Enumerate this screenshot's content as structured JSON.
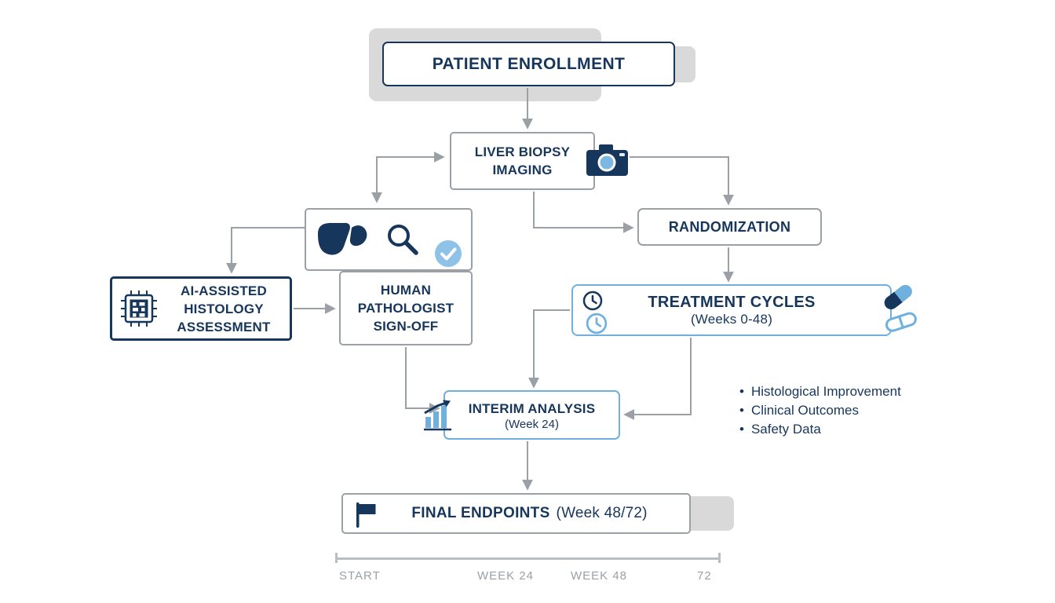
{
  "nodes": {
    "patient_enrollment": {
      "label": "PATIENT ENROLLMENT"
    },
    "liver_biopsy": {
      "lines": [
        "LIVER BIOPSY",
        "IMAGING"
      ]
    },
    "ai_histology": {
      "lines": [
        "AI-ASSISTED",
        "HISTOLOGY",
        "ASSESSMENT"
      ]
    },
    "pathologist": {
      "lines": [
        "HUMAN",
        "PATHOLOGIST",
        "SIGN-OFF"
      ]
    },
    "randomization": {
      "label": "RANDOMIZATION"
    },
    "treatment_cycles": {
      "label": "TREATMENT CYCLES",
      "sublabel": "(Weeks 0-48)"
    },
    "interim_analysis": {
      "label": "INTERIM ANALYSIS",
      "sublabel": "(Week 24)"
    },
    "final_endpoints": {
      "label": "FINAL ENDPOINTS",
      "sublabel": "(Week 48/72)"
    }
  },
  "outcomes": {
    "bullet": "•",
    "items": [
      "Histological Improvement",
      "Clinical Outcomes",
      "Safety Data"
    ]
  },
  "timeline": {
    "start": "START",
    "week24": "WEEK 24",
    "week48": "WEEK 48",
    "end": "72"
  },
  "icons": {
    "camera": "camera-icon",
    "liver": "liver-icon",
    "magnifier": "magnifier-icon",
    "check": "check-circle-icon",
    "chip": "cpu-chip-icon",
    "clock_dark": "clock-icon-dark",
    "clock_light": "clock-icon-light",
    "pills": "pills-icon",
    "chart": "bar-chart-icon",
    "flag": "flag-icon"
  },
  "colors": {
    "navy": "#16365c",
    "light_blue": "#6fb0de",
    "connector_gray": "#9aa0a6",
    "blob_gray": "#d9d9d9"
  }
}
